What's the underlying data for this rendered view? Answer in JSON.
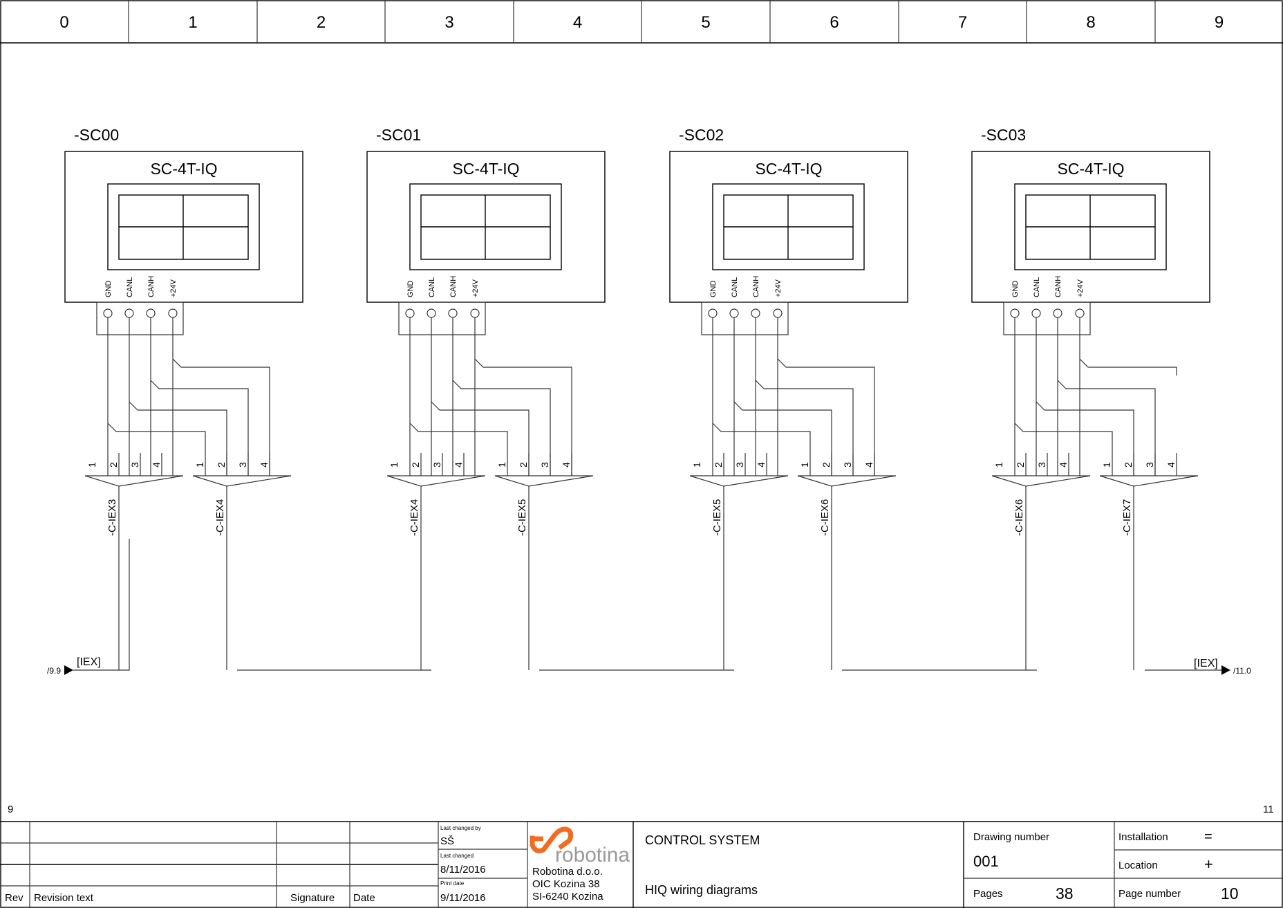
{
  "column_ruler": [
    "0",
    "1",
    "2",
    "3",
    "4",
    "5",
    "6",
    "7",
    "8",
    "9"
  ],
  "page_refs": {
    "previous": "9",
    "next": "11"
  },
  "devices": [
    {
      "tag": "-SC00",
      "model": "SC-4T-IQ",
      "terminals": [
        "GND",
        "CANL",
        "CANH",
        "+24V"
      ],
      "connectors": [
        "-C-IEX3",
        "-C-IEX4"
      ],
      "second_pin4_connected": true
    },
    {
      "tag": "-SC01",
      "model": "SC-4T-IQ",
      "terminals": [
        "GND",
        "CANL",
        "CANH",
        "+24V"
      ],
      "connectors": [
        "-C-IEX4",
        "-C-IEX5"
      ],
      "second_pin4_connected": true
    },
    {
      "tag": "-SC02",
      "model": "SC-4T-IQ",
      "terminals": [
        "GND",
        "CANL",
        "CANH",
        "+24V"
      ],
      "connectors": [
        "-C-IEX5",
        "-C-IEX6"
      ],
      "second_pin4_connected": true
    },
    {
      "tag": "-SC03",
      "model": "SC-4T-IQ",
      "terminals": [
        "GND",
        "CANL",
        "CANH",
        "+24V"
      ],
      "connectors": [
        "-C-IEX6",
        "-C-IEX7"
      ],
      "second_pin4_connected": false
    }
  ],
  "pin_labels": [
    "1",
    "2",
    "3",
    "4"
  ],
  "offpage": {
    "in": {
      "label": "[IEX]",
      "ref": "/9.9"
    },
    "out": {
      "label": "[IEX]",
      "ref": "/11.0"
    }
  },
  "title_block": {
    "revision_headers": {
      "rev": "Rev",
      "text": "Revision text",
      "signature": "Signature",
      "date": "Date"
    },
    "last_changed_by_label": "Last changed by",
    "last_changed_by": "SŠ",
    "last_changed_label": "Last changed",
    "last_changed": "8/11/2016",
    "print_date_label": "Print date",
    "print_date": "9/11/2016",
    "logo_text": "robotina",
    "company": [
      "Robotina d.o.o.",
      "OIC Kozina 38",
      "SI-6240 Kozina"
    ],
    "project": "CONTROL SYSTEM",
    "drawing_title": "HIQ wiring diagrams",
    "drawing_number_label": "Drawing number",
    "drawing_number": "001",
    "pages_label": "Pages",
    "pages": "38",
    "installation_label": "Installation",
    "installation": "=",
    "location_label": "Location",
    "location": "+",
    "page_number_label": "Page number",
    "page_number": "10"
  },
  "colors": {
    "brand_orange": "#f26b21",
    "logo_gray": "#9a9a9a"
  }
}
